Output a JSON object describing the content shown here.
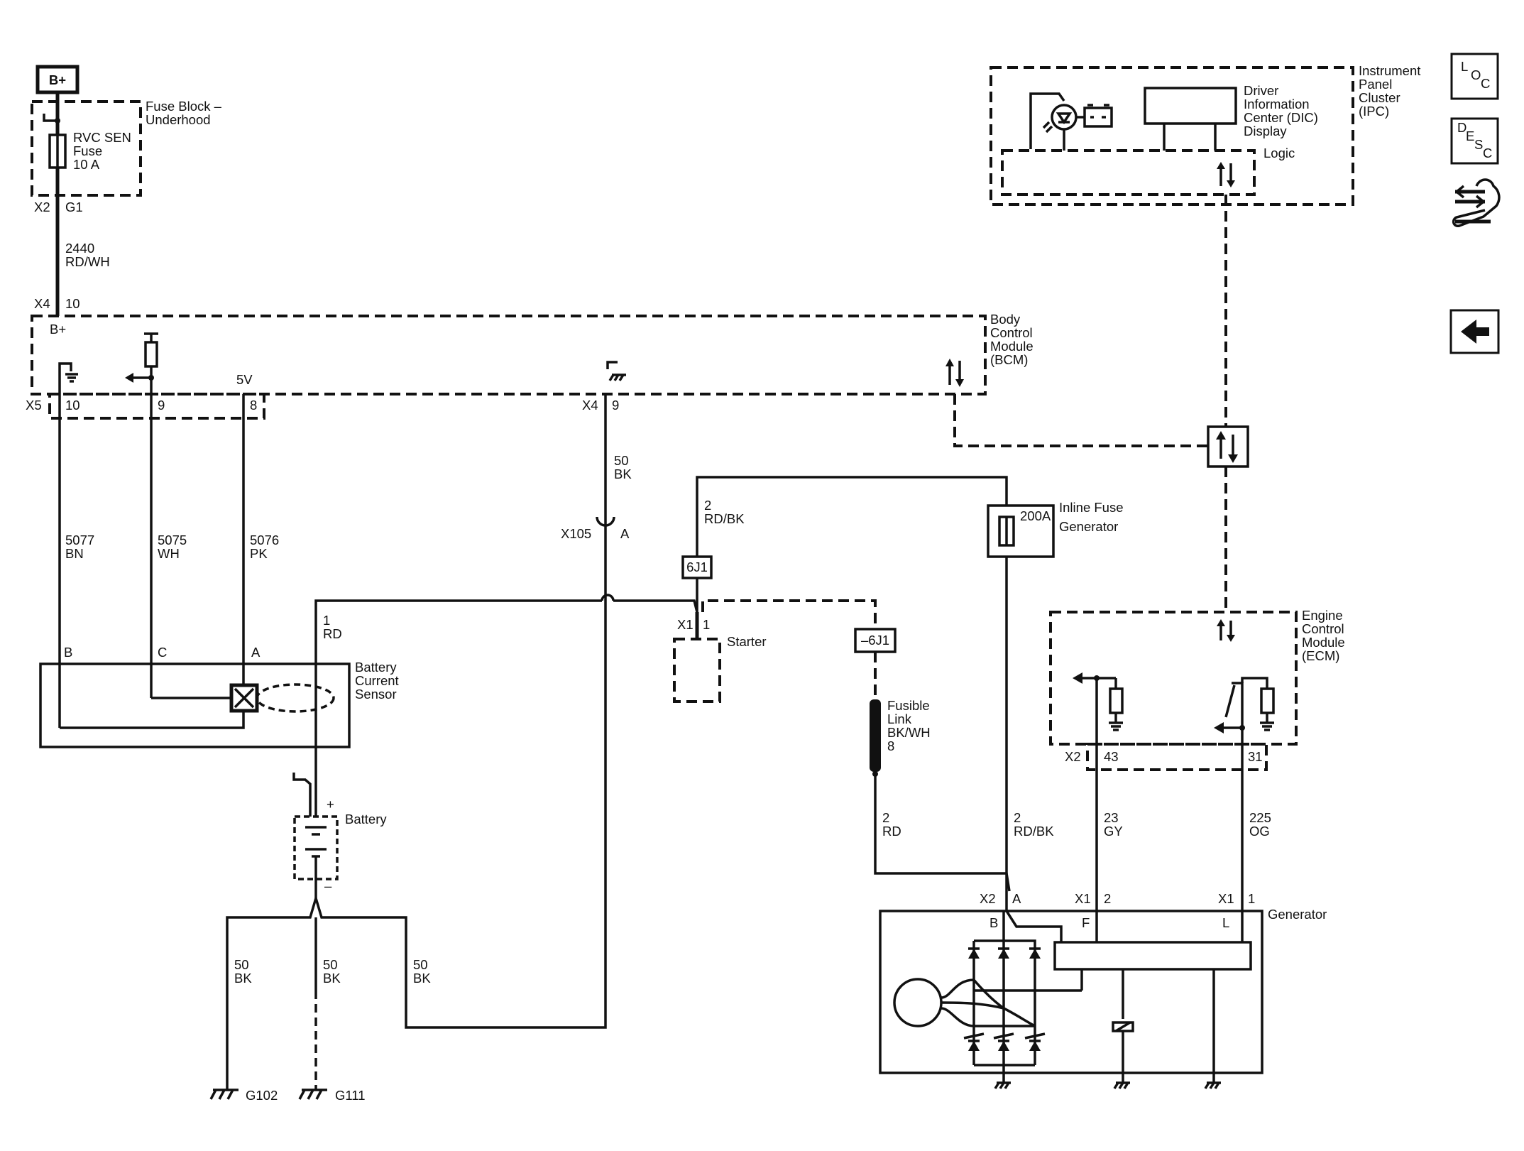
{
  "power": {
    "label": "B+"
  },
  "fuse_block": {
    "title_1": "Fuse Block –",
    "title_2": "Underhood",
    "fuse_1": "RVC SEN",
    "fuse_2": "Fuse",
    "fuse_3": "10 A",
    "conn": "X2",
    "pin": "G1"
  },
  "wire_2440": {
    "num": "2440",
    "color": "RD/WH"
  },
  "bcm": {
    "title_1": "Body",
    "title_2": "Control",
    "title_3": "Module",
    "title_4": "(BCM)",
    "in_conn": "X4",
    "in_pin": "10",
    "bplus": "B+",
    "v5": "5V",
    "x5": "X5",
    "pin_10": "10",
    "pin_9": "9",
    "pin_8": "8",
    "x4b": "X4",
    "pin_x4_9": "9"
  },
  "wires": {
    "w5077": {
      "num": "5077",
      "color": "BN"
    },
    "w5075": {
      "num": "5075",
      "color": "WH"
    },
    "w5076": {
      "num": "5076",
      "color": "PK"
    },
    "w50a": {
      "num": "50",
      "color": "BK"
    },
    "w2rdbk": {
      "num": "2",
      "color": "RD/BK"
    },
    "w1rd": {
      "num": "1",
      "color": "RD"
    },
    "w2rd": {
      "num": "2",
      "color": "RD"
    },
    "w2rdbk_gen": {
      "num": "2",
      "color": "RD/BK"
    },
    "w23": {
      "num": "23",
      "color": "GY"
    },
    "w225": {
      "num": "225",
      "color": "OG"
    },
    "w50b": {
      "num": "50",
      "color": "BK"
    },
    "w50c": {
      "num": "50",
      "color": "BK"
    },
    "w50d": {
      "num": "50",
      "color": "BK"
    }
  },
  "x105": {
    "conn": "X105",
    "pin": "A"
  },
  "splice_6j1": "6J1",
  "splice_neg6j1": "–6J1",
  "starter": {
    "conn": "X1",
    "pin": "1",
    "label": "Starter"
  },
  "inline_fuse": {
    "rating": "200A",
    "title_1": "Inline Fuse",
    "title_2": "Generator"
  },
  "fusible_link": {
    "l1": "Fusible",
    "l2": "Link",
    "l3": "BK/WH",
    "l4": "8"
  },
  "bcs": {
    "pin_b": "B",
    "pin_c": "C",
    "pin_a": "A",
    "title_1": "Battery",
    "title_2": "Current",
    "title_3": "Sensor"
  },
  "battery": {
    "label": "Battery",
    "plus": "+",
    "minus": "–"
  },
  "grounds": {
    "g102": "G102",
    "g111": "G111"
  },
  "ipc": {
    "title_1": "Instrument",
    "title_2": "Panel",
    "title_3": "Cluster",
    "title_4": "(IPC)",
    "dic_1": "Driver",
    "dic_2": "Information",
    "dic_3": "Center (DIC)",
    "dic_4": "Display",
    "logic": "Logic"
  },
  "ecm": {
    "title_1": "Engine",
    "title_2": "Control",
    "title_3": "Module",
    "title_4": "(ECM)",
    "conn": "X2",
    "pin_43": "43",
    "pin_31": "31"
  },
  "generator": {
    "label": "Generator",
    "x2": "X2",
    "pin_a": "A",
    "x1f": "X1",
    "pin_2": "2",
    "x1l": "X1",
    "pin_1": "1",
    "term_b": "B",
    "term_f": "F",
    "term_l": "L"
  },
  "nav": {
    "loc_1": "L",
    "loc_2": "O",
    "loc_3": "C",
    "desc_1": "D",
    "desc_2": "E",
    "desc_3": "S",
    "desc_4": "C"
  }
}
